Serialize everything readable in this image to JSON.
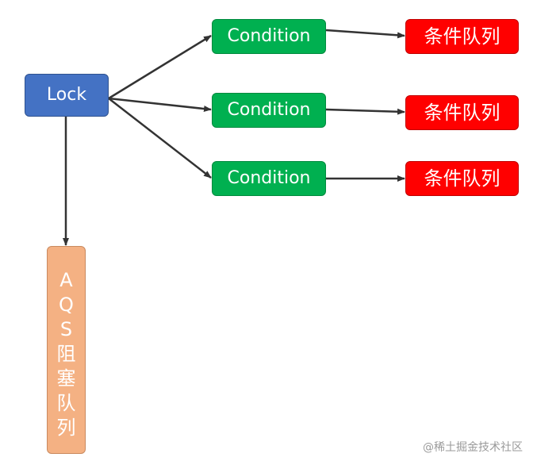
{
  "lock": {
    "label": "Lock"
  },
  "conditions": [
    {
      "label": "Condition"
    },
    {
      "label": "Condition"
    },
    {
      "label": "Condition"
    }
  ],
  "queues": [
    {
      "label": "条件队列"
    },
    {
      "label": "条件队列"
    },
    {
      "label": "条件队列"
    }
  ],
  "aqs_queue": {
    "label": "AQS阻塞队列",
    "chars": [
      "A",
      "Q",
      "S",
      "阻",
      "塞",
      "队",
      "列"
    ]
  },
  "watermark": "@稀土掘金技术社区",
  "colors": {
    "lock": "#4472c4",
    "condition": "#00b050",
    "queue": "#ff0000",
    "aqs": "#f4b183",
    "arrow": "#333333",
    "text": "#ffffff"
  }
}
